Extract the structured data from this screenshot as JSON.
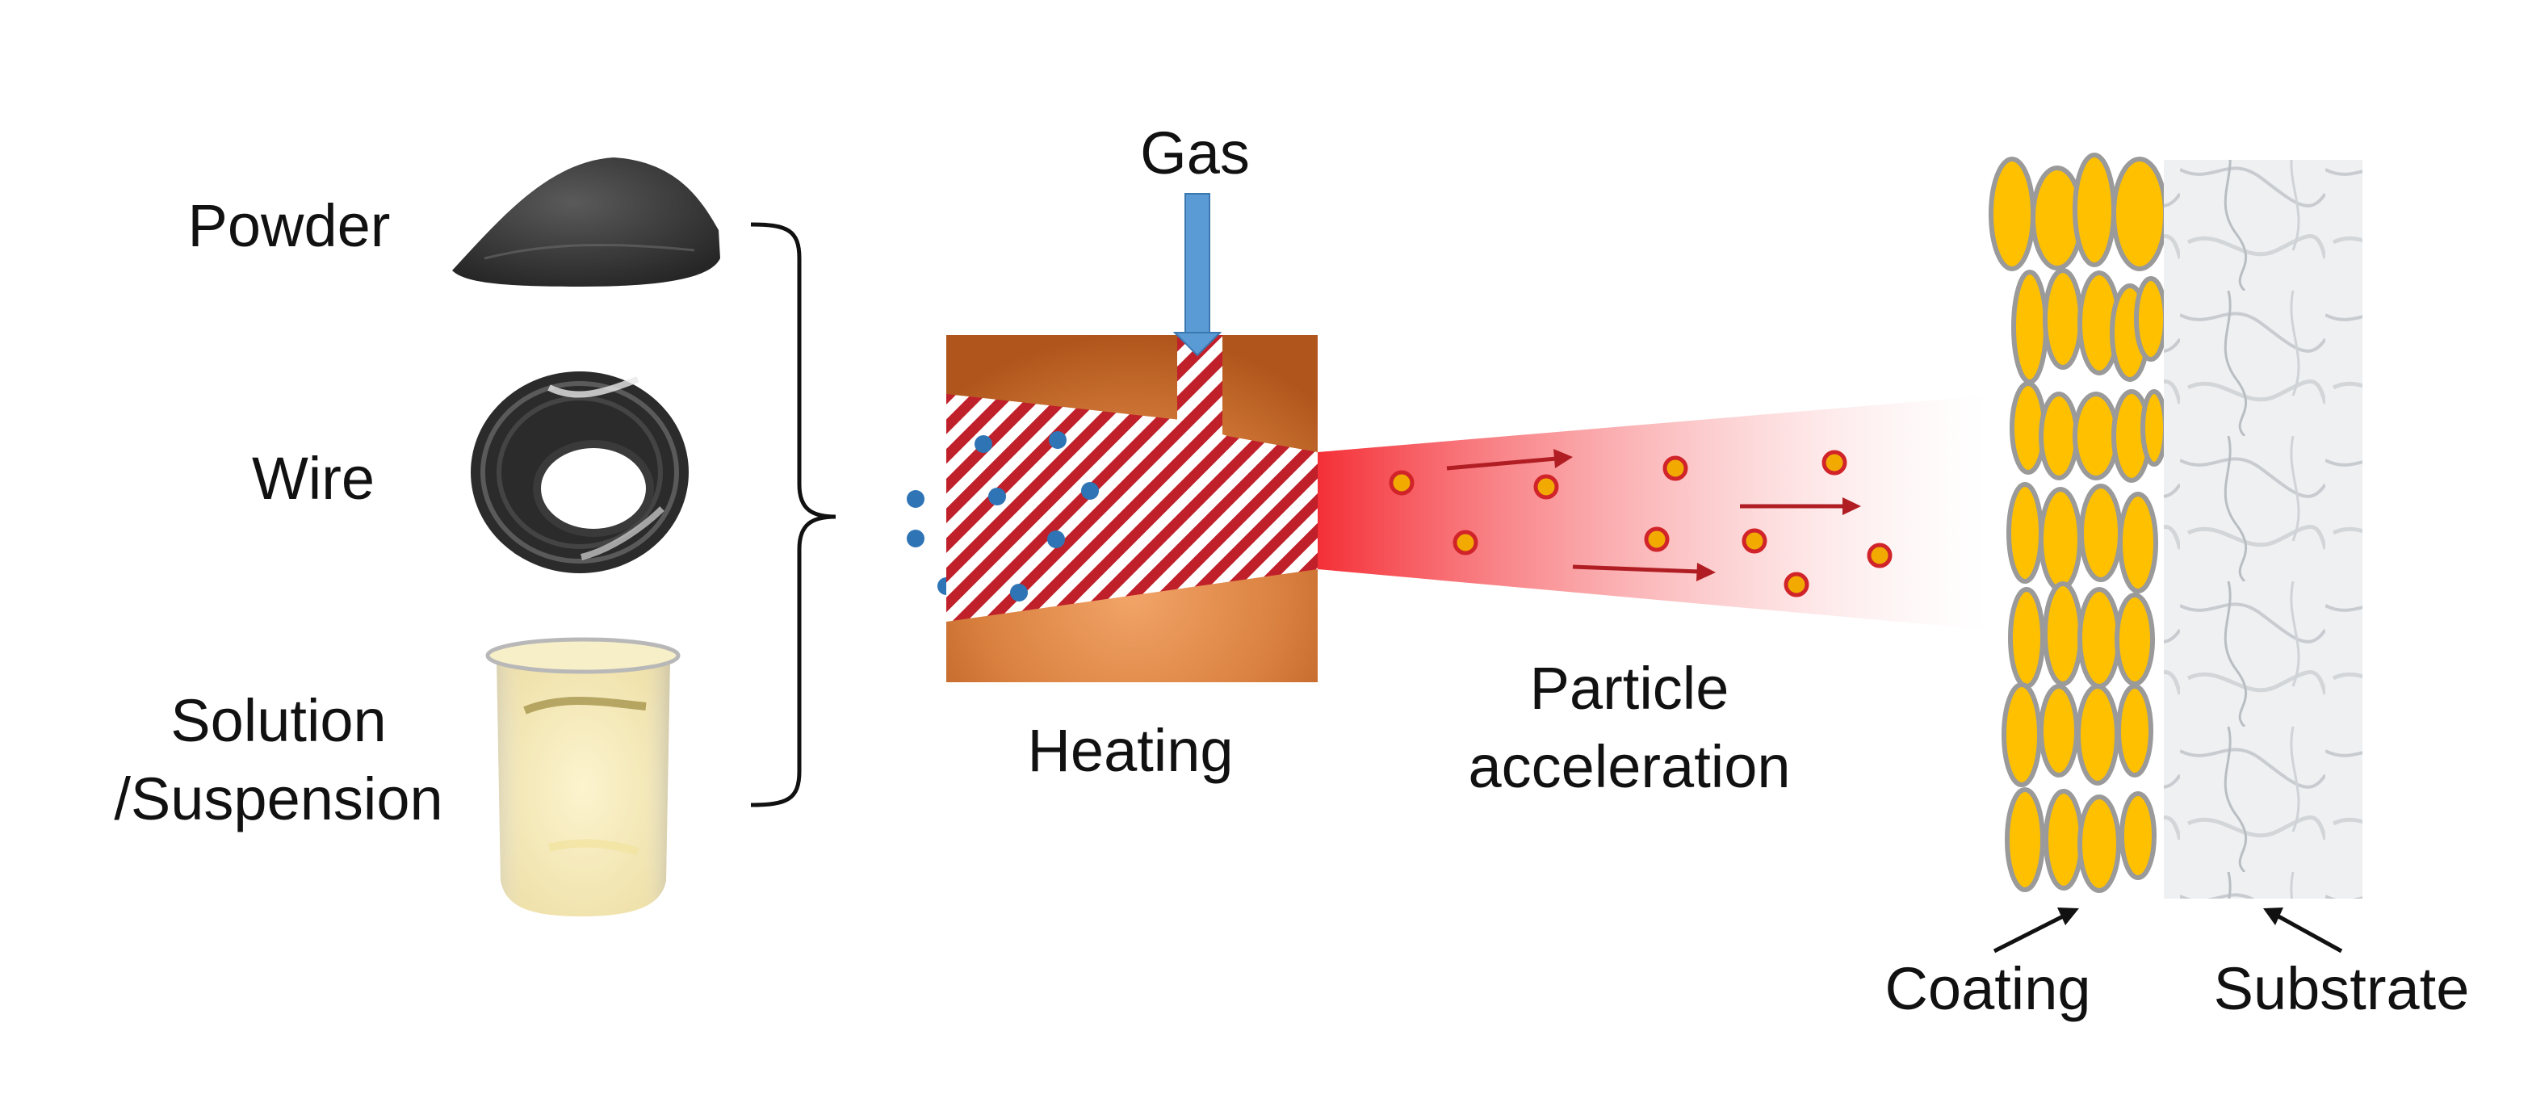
{
  "labels": {
    "powder": "Powder",
    "wire": "Wire",
    "solution_line1": "Solution",
    "solution_line2": "/Suspension",
    "gas": "Gas",
    "heating": "Heating",
    "particle_line1": "Particle",
    "particle_line2": "acceleration",
    "coating": "Coating",
    "substrate": "Substrate"
  },
  "colors": {
    "heater_body": "#C8611E",
    "heater_highlight": "#F2A468",
    "hatch_red": "#C0202A",
    "powder_dot": "#2F74B5",
    "gas_arrow": "#5B9BD5",
    "plume_red": "#F4242C",
    "particle_fill": "#F2A900",
    "particle_ring": "#D0242A",
    "velocity_arrow": "#B01E24",
    "coating_splat": "#FFC000",
    "splat_outline": "#9A9A9A",
    "substrate": "#E9ECEE"
  },
  "icons": [
    "powder-pile-image",
    "wire-coil-image",
    "beaker-image"
  ]
}
